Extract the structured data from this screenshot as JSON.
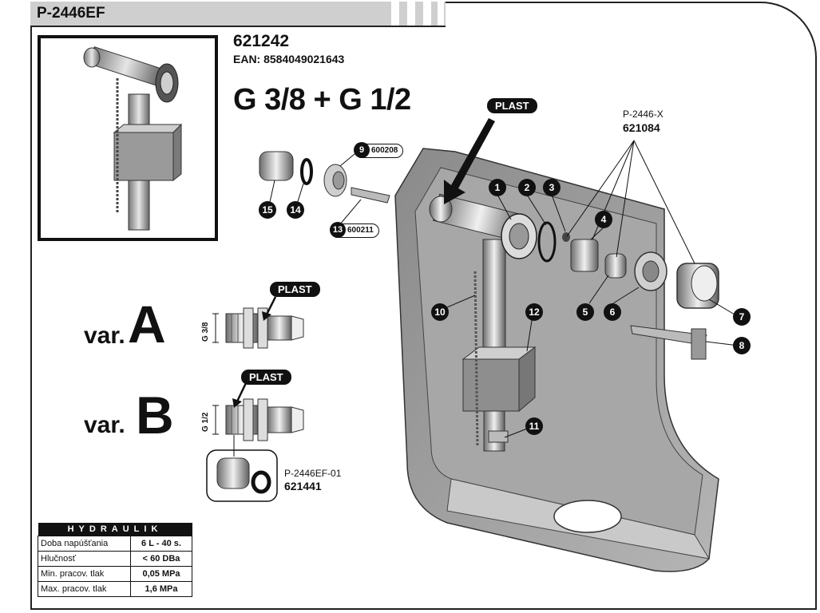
{
  "header": {
    "title": "P-2446EF"
  },
  "product": {
    "code": "621242",
    "ean": "EAN: 8584049021643",
    "thread": "G 3/8 + G 1/2"
  },
  "labels": {
    "plast": "PLAST",
    "kit_x_name": "P-2446-X",
    "kit_x_code": "621084",
    "kit_ef01_name": "P-2446EF-01",
    "kit_ef01_code": "621441"
  },
  "tags": [
    {
      "n": "9",
      "code": "600208"
    },
    {
      "n": "13",
      "code": "600211"
    }
  ],
  "parts": [
    "1",
    "2",
    "3",
    "4",
    "5",
    "6",
    "7",
    "8",
    "10",
    "11",
    "12",
    "14",
    "15"
  ],
  "variants": {
    "a": {
      "word": "var.",
      "letter": "A",
      "thread": "G 3/8"
    },
    "b": {
      "word": "var.",
      "letter": "B",
      "thread": "G 1/2"
    }
  },
  "hydraulik": {
    "title": "HYDRAULIK",
    "rows": [
      {
        "label": "Doba napúšťania",
        "value": "6 L - 40 s."
      },
      {
        "label": "Hlučnosť",
        "value": "< 60 DBa"
      },
      {
        "label": "Min. pracov. tlak",
        "value": "0,05 MPa"
      },
      {
        "label": "Max. pracov. tlak",
        "value": "1,6 MPa"
      }
    ]
  }
}
